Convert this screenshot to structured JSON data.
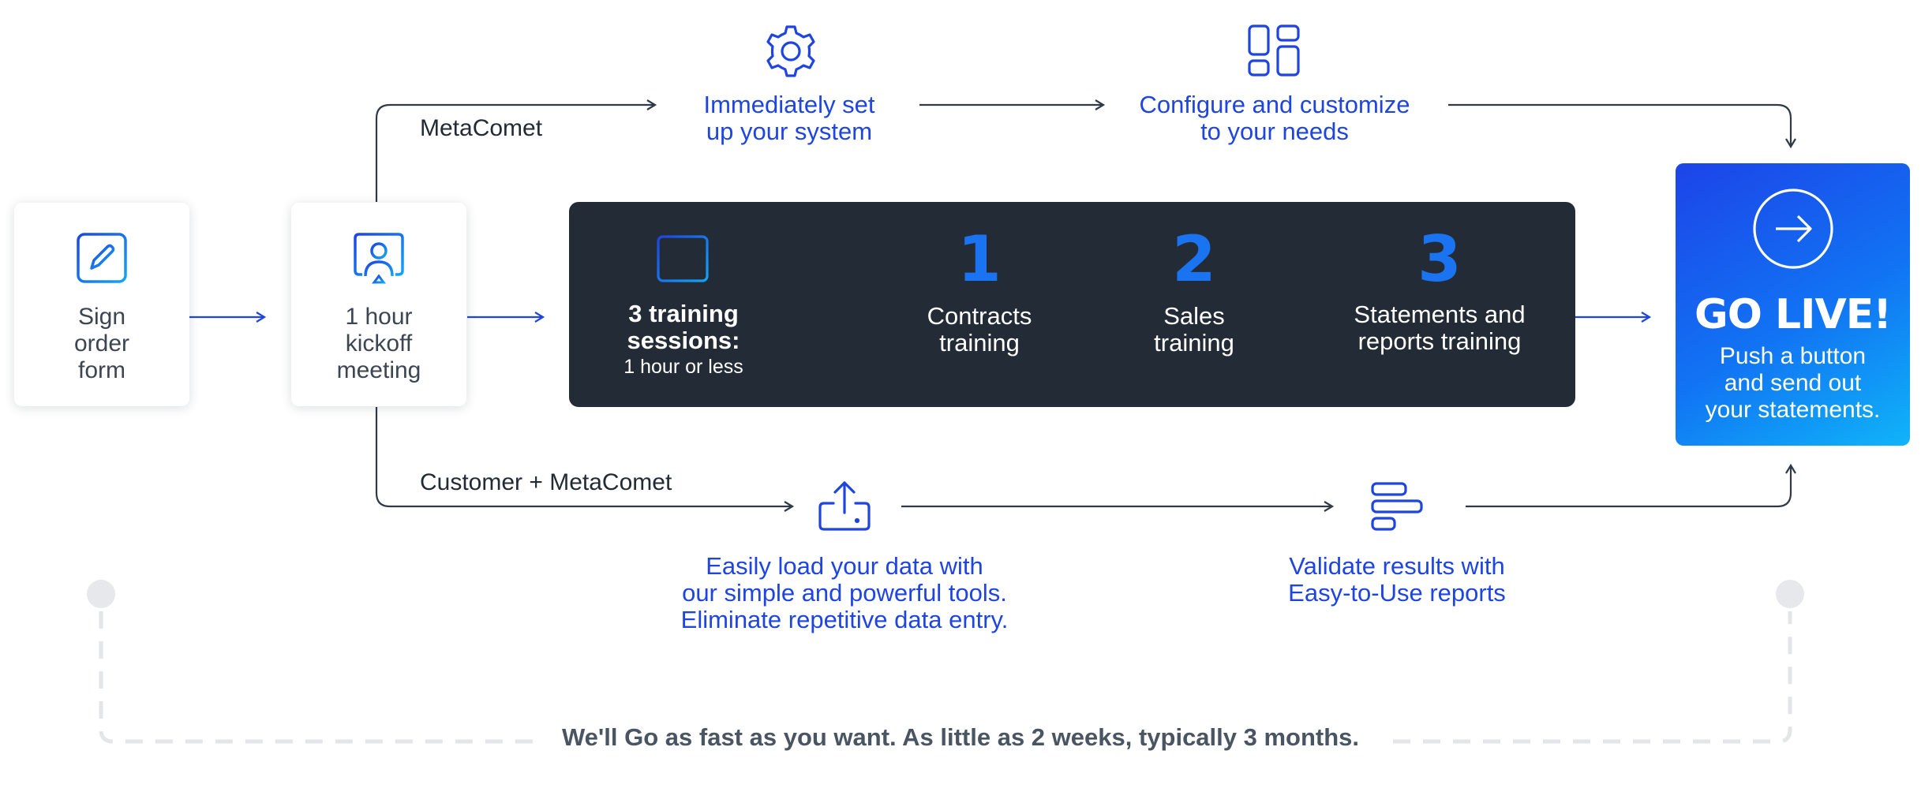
{
  "steps": {
    "sign": {
      "label": [
        "Sign",
        "order",
        "form"
      ],
      "icon": "edit-icon"
    },
    "kickoff": {
      "label": [
        "1 hour",
        "kickoff",
        "meeting"
      ],
      "icon": "user-screen-icon"
    }
  },
  "top_branch": {
    "label": "MetaComet",
    "setup": {
      "icon": "gear-icon",
      "lines": [
        "Immediately set",
        "up your system"
      ]
    },
    "configure": {
      "icon": "layout-grid-icon",
      "lines": [
        "Configure and customize",
        "to your needs"
      ]
    }
  },
  "training": {
    "icon": "calendar-icon",
    "title_lines": [
      "3 training",
      "sessions:"
    ],
    "subtitle": "1 hour or less",
    "items": [
      {
        "number": "1",
        "lines": [
          "Contracts",
          "training"
        ]
      },
      {
        "number": "2",
        "lines": [
          "Sales",
          "training"
        ]
      },
      {
        "number": "3",
        "lines": [
          "Statements and",
          "reports training"
        ]
      }
    ]
  },
  "go_live": {
    "icon": "arrow-circle-icon",
    "title": "GO LIVE!",
    "lines": [
      "Push a button",
      "and send out",
      "your statements."
    ]
  },
  "bottom_branch": {
    "label": "Customer + MetaComet",
    "load": {
      "icon": "upload-icon",
      "lines": [
        "Easily load your data with",
        "our simple and powerful tools.",
        "Eliminate repetitive data entry."
      ]
    },
    "validate": {
      "icon": "report-bars-icon",
      "lines": [
        "Validate results with",
        "Easy-to-Use reports"
      ]
    }
  },
  "footer": "We'll Go as fast as you want. As little as 2 weeks, typically 3 months.",
  "colors": {
    "blue": "#1f45e0",
    "dark": "#232c36",
    "accent": "#1a73f0",
    "connector": "#2f3a46"
  }
}
